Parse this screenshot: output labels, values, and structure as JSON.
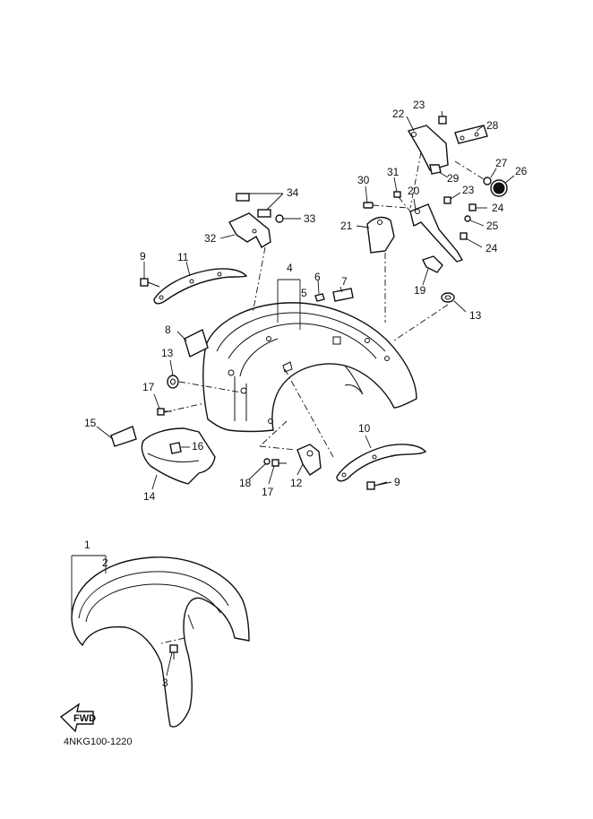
{
  "diagram": {
    "code": "4NKG100-1220",
    "fwd_label": "FWD",
    "callouts": [
      "1",
      "2",
      "3",
      "4",
      "5",
      "6",
      "7",
      "8",
      "9",
      "9",
      "10",
      "11",
      "12",
      "13",
      "13",
      "14",
      "15",
      "16",
      "17",
      "17",
      "18",
      "19",
      "20",
      "21",
      "22",
      "23",
      "23",
      "24",
      "24",
      "25",
      "26",
      "27",
      "28",
      "29",
      "30",
      "31",
      "32",
      "33",
      "34"
    ]
  }
}
